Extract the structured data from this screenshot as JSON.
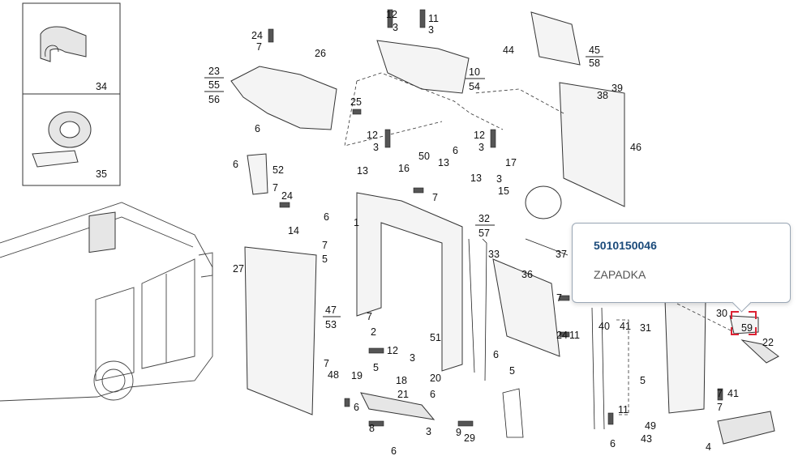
{
  "tooltip": {
    "code": "5010150046",
    "name": "ZAPADKA"
  },
  "selected_part": "30",
  "inset_labels": [
    "34",
    "35"
  ],
  "labels": [
    "12",
    "11",
    "3",
    "3",
    "44",
    "24",
    "7",
    "26",
    "45",
    "58",
    "10",
    "54",
    "38",
    "39",
    "23",
    "55",
    "56",
    "25",
    "6",
    "46",
    "12",
    "3",
    "50",
    "6",
    "12",
    "3",
    "13",
    "16",
    "13",
    "17",
    "13",
    "6",
    "52",
    "3",
    "15",
    "7",
    "24",
    "7",
    "6",
    "1",
    "14",
    "7",
    "5",
    "32",
    "57",
    "33",
    "37",
    "27",
    "36",
    "47",
    "53",
    "7",
    "7",
    "24",
    "11",
    "2",
    "51",
    "40",
    "41",
    "31",
    "30",
    "59",
    "22",
    "3",
    "12",
    "5",
    "7",
    "48",
    "19",
    "18",
    "20",
    "21",
    "6",
    "6",
    "6",
    "5",
    "7",
    "41",
    "5",
    "7",
    "11",
    "8",
    "3",
    "9",
    "29",
    "49",
    "6",
    "43",
    "6",
    "4"
  ],
  "colors": {
    "accent": "#1a4a7a",
    "highlight": "#dd2233"
  }
}
